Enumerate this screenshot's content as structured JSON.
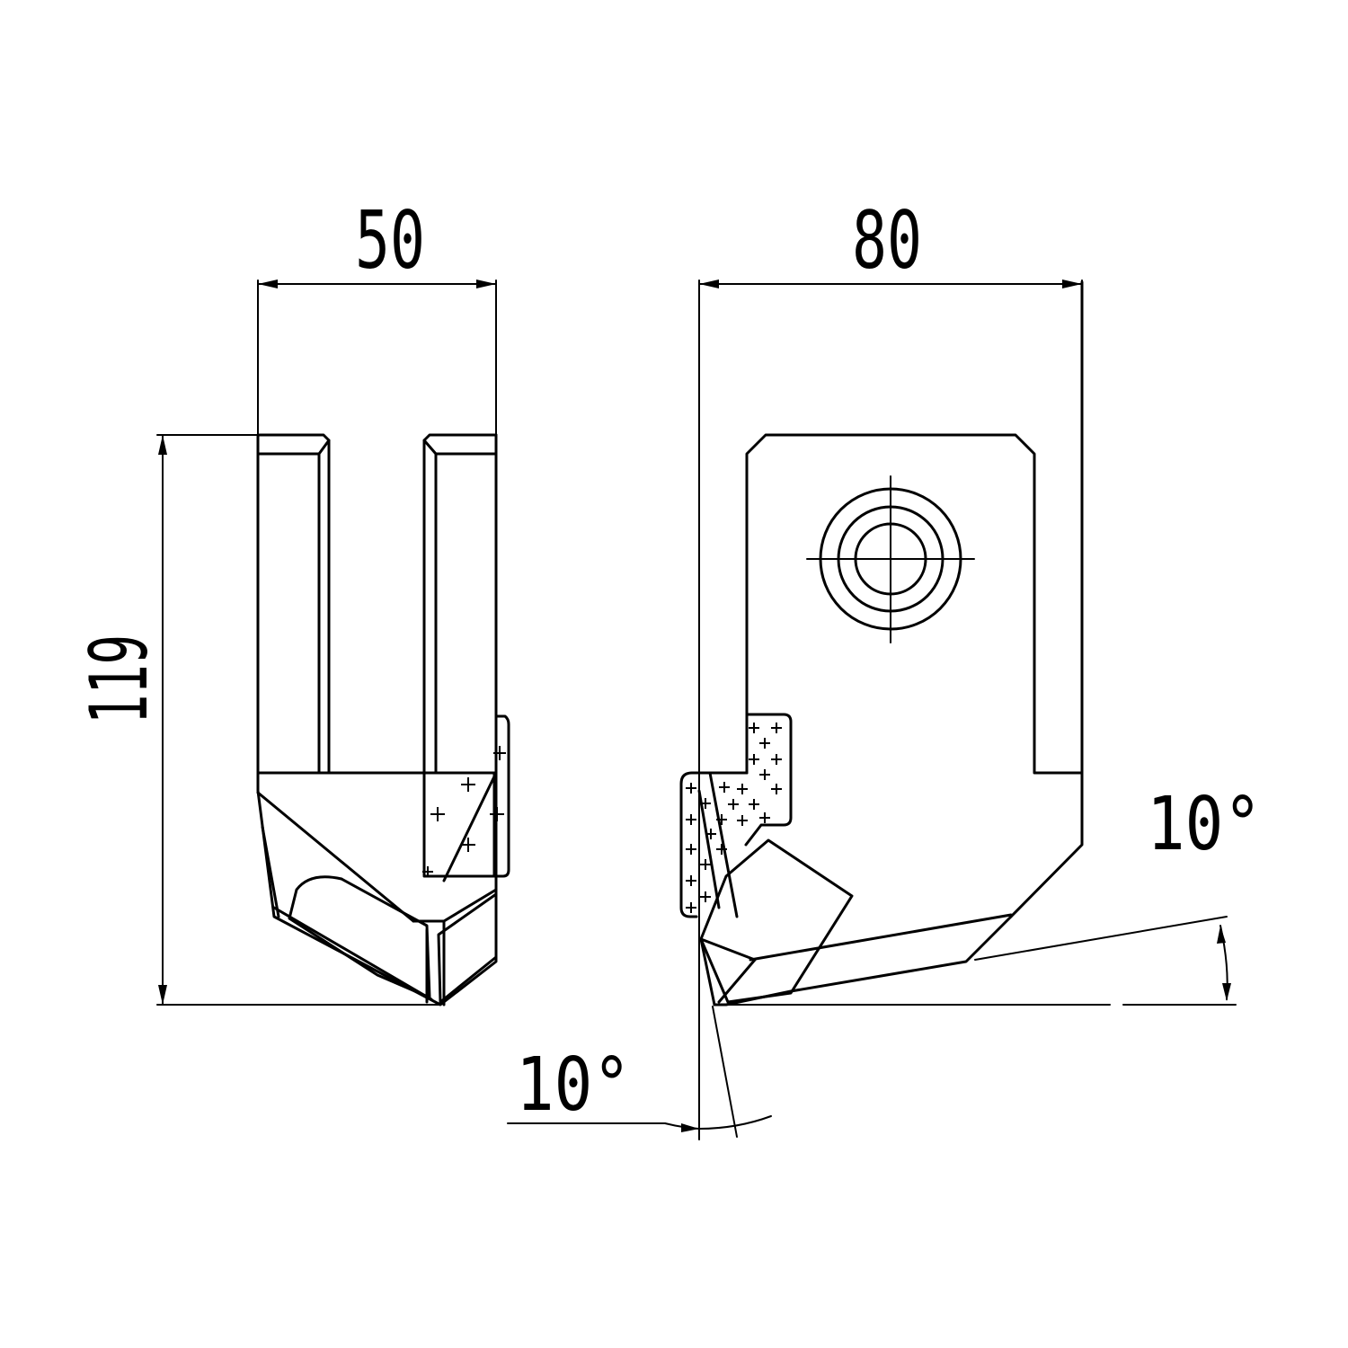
{
  "dimensions": {
    "front_width": "50",
    "side_width": "80",
    "height": "119",
    "top_angle": "10°",
    "bottom_angle": "10°"
  },
  "colors": {
    "line": "#000000",
    "background": "#ffffff"
  }
}
